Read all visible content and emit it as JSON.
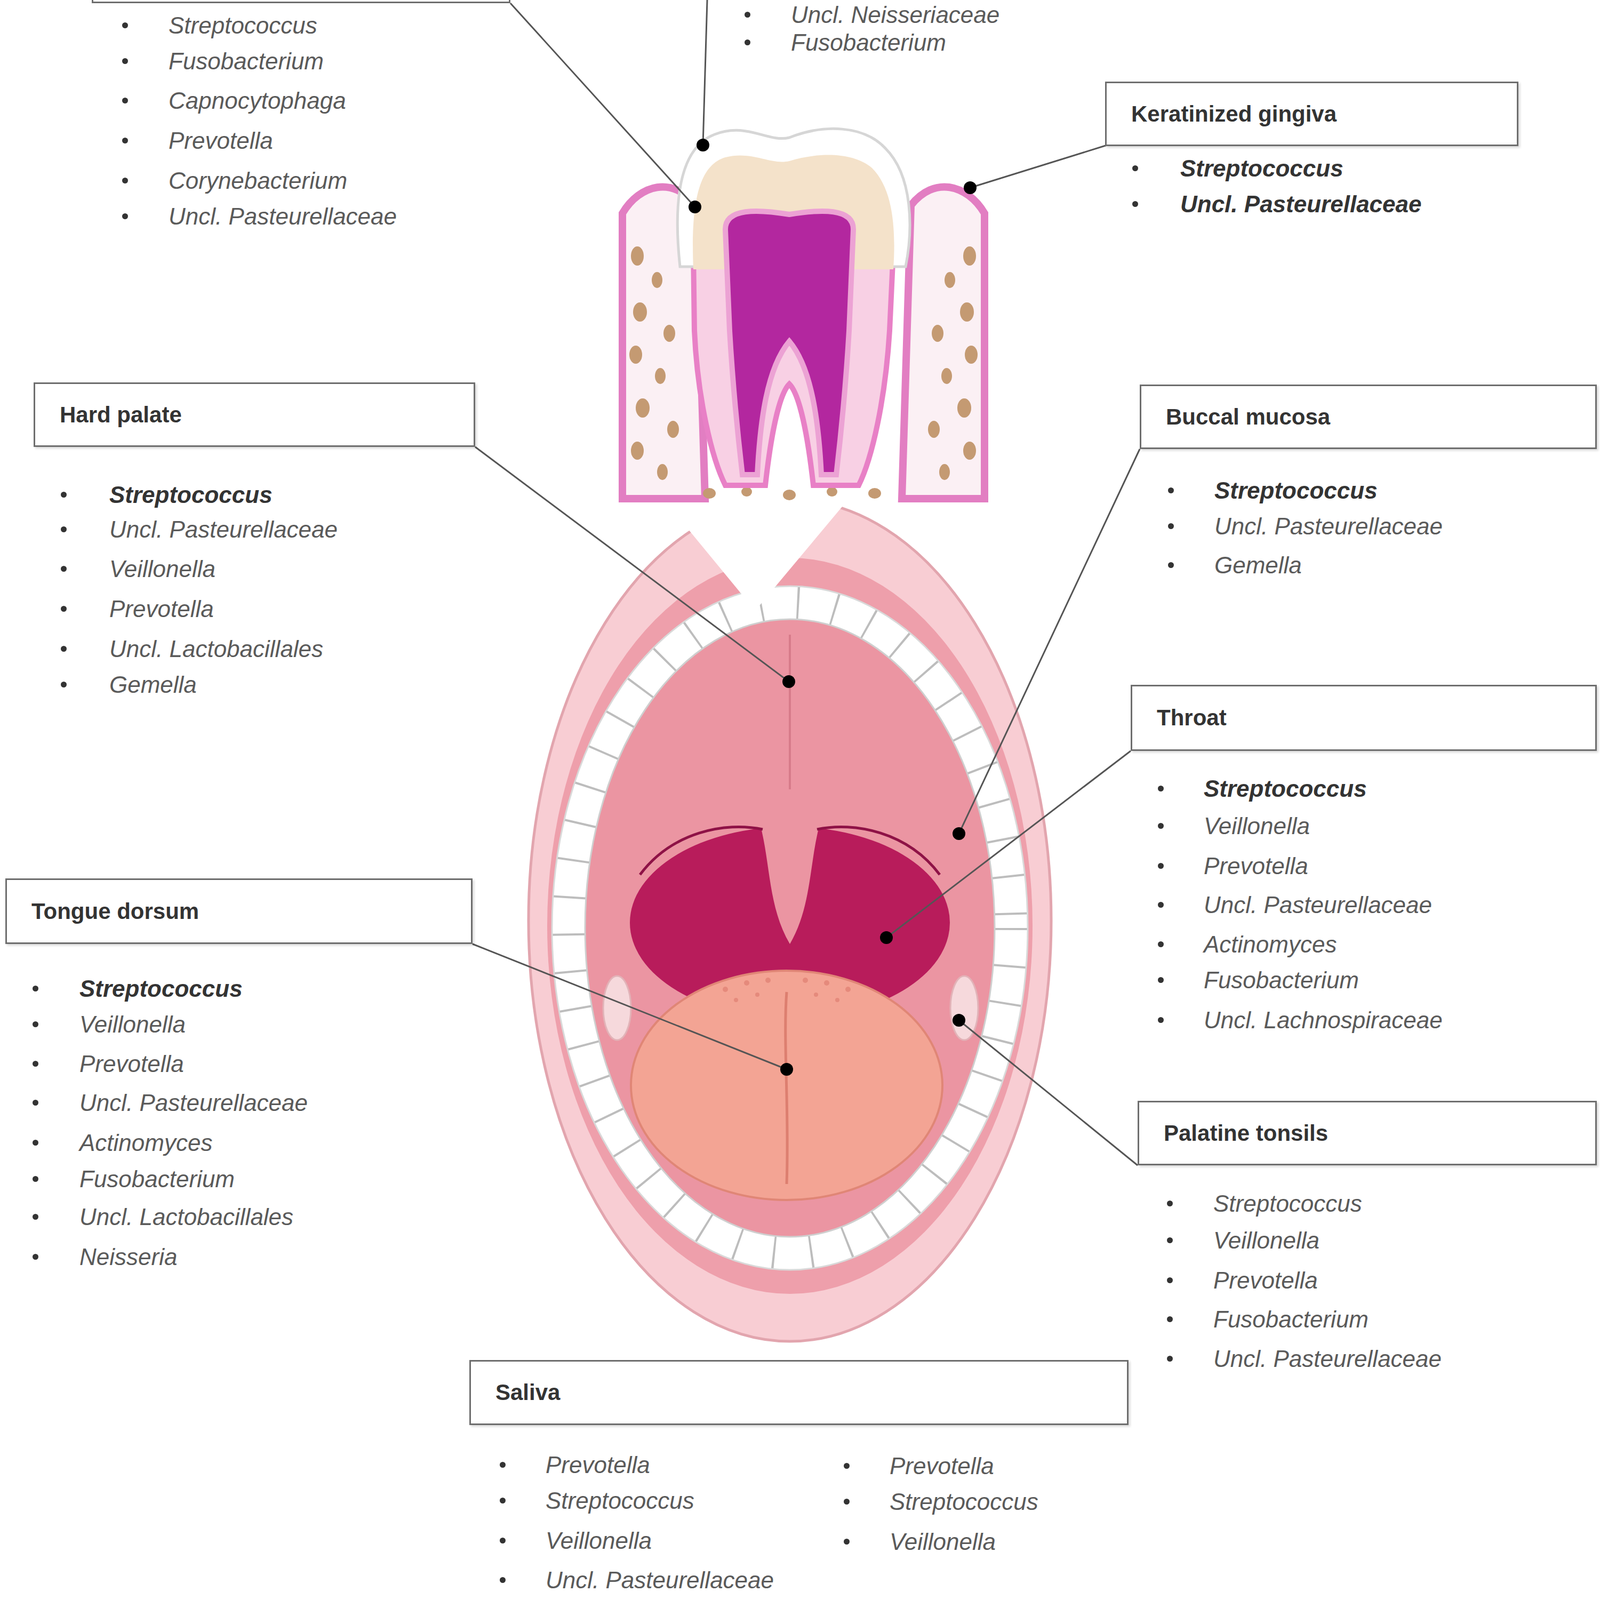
{
  "diagram": {
    "nodes": [
      {
        "text": [
          "Streptococcus",
          "Fusobacterium",
          "Capnocytophaga",
          "Prevotella",
          "Corynebacterium",
          "Uncl. Pasteurellaceae"
        ]
      },
      {
        "text": [
          "Keratinized gingiva",
          "Streptococcus",
          "Uncl. Pasteurellaceae"
        ]
      },
      {
        "text": [
          "Hard palate",
          "Streptococcus",
          "Uncl. Pasteurellaceae",
          "Veillonella",
          "Prevotella",
          "Uncl. Lactobacillales",
          "Gemella"
        ]
      },
      {
        "text": [
          "Buccal mucosa",
          "Streptococcus",
          "Uncl. Pasteurellaceae",
          "Gemella"
        ]
      },
      {
        "text": [
          "Throat",
          "Streptococcus",
          "Veillonella",
          "Prevotella",
          "Uncl. Pasteurellaceae",
          "Actinomyces",
          "Fusobacterium",
          "Uncl. Lachnospiraceae"
        ]
      },
      {
        "text": [
          "Tongue dorsum",
          "Streptococcus",
          "Veillonella",
          "Prevotella",
          "Uncl. Pasteurellaceae",
          "Actinomyces",
          "Fusobacterium",
          "Uncl. Lactobacillales",
          "Neisseria"
        ]
      },
      {
        "text": [
          "Palatine tonsils",
          "Streptococcus",
          "Veillonella",
          "Prevotella",
          "Fusobacterium",
          "Uncl. Pasteurellaceae"
        ]
      },
      {
        "text": [
          "Saliva",
          "Prevotella",
          "Streptococcus",
          "Veillonella",
          "Uncl. Pasteurellaceae",
          "Prevotella",
          "Streptococcus",
          "Veillonella"
        ]
      }
    ],
    "labels": [
      "Uncl. Neisseriaceae",
      "Fusobacterium"
    ]
  }
}
